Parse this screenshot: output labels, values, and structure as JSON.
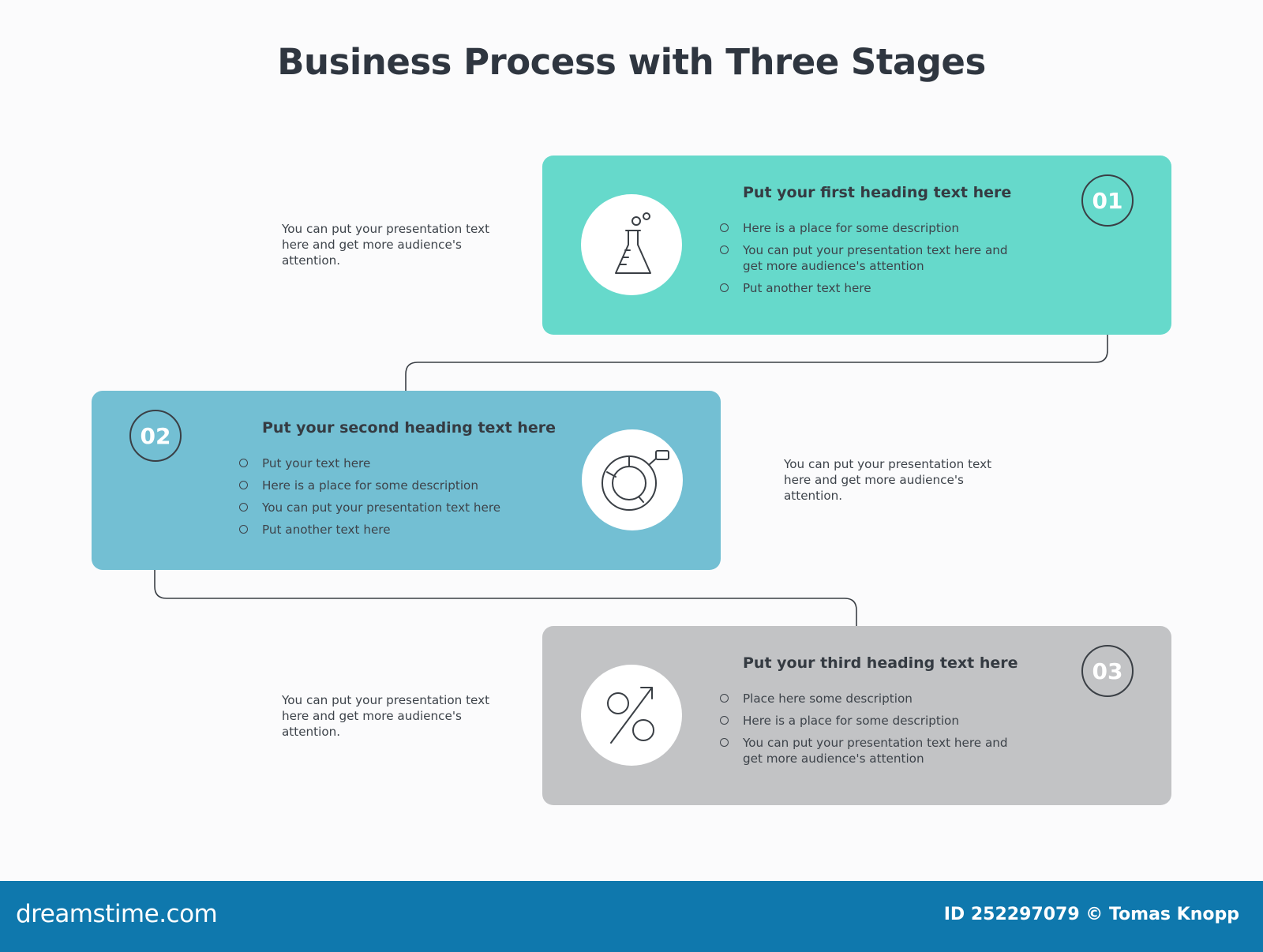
{
  "title": "Business Process with Three Stages",
  "colors": {
    "stage1": "#66d9cb",
    "stage2": "#73bfd3",
    "stage3": "#c2c3c5",
    "line": "#3a3f45",
    "footer": "#0f78ad"
  },
  "stages": [
    {
      "number": "01",
      "heading": "Put your first heading text here",
      "icon": "flask-icon",
      "bullets": [
        "Here is a place for some description",
        "You can put your presentation text here and get more audience's attention",
        "Put another text here"
      ],
      "side_text": "You can put your presentation text here and get more audience's attention."
    },
    {
      "number": "02",
      "heading": "Put your second heading text here",
      "icon": "donut-chart-icon",
      "bullets": [
        "Put your text here",
        "Here is a place for some description",
        "You can put your presentation text here",
        "Put another text here"
      ],
      "side_text": "You can put your presentation text here and get more audience's attention."
    },
    {
      "number": "03",
      "heading": "Put your third heading text here",
      "icon": "percent-growth-icon",
      "bullets": [
        "Place here some description",
        "Here is a place for some description",
        "You can put your presentation text here and get more audience's attention"
      ],
      "side_text": "You can put your presentation text here and get more audience's attention."
    }
  ],
  "footer": {
    "logo": "dreamstime.com",
    "credit": "ID 252297079 © Tomas Knopp"
  }
}
